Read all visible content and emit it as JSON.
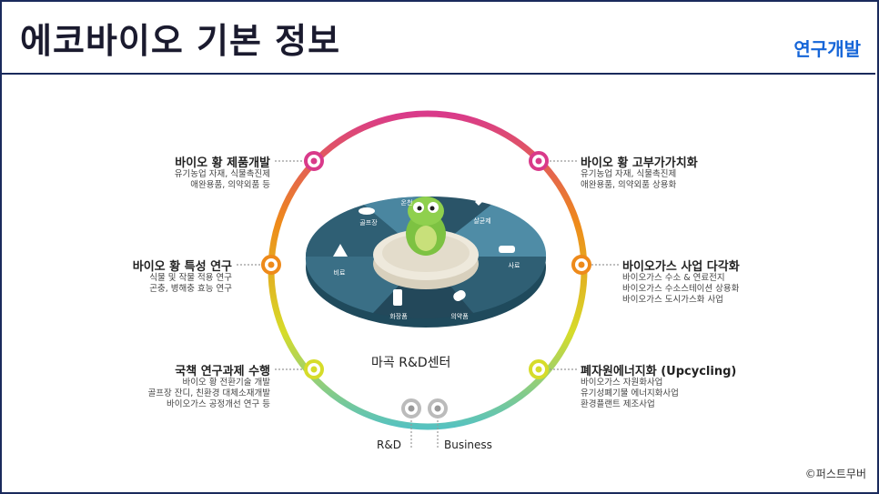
{
  "header": {
    "title": "에코바이오 기본 정보",
    "tag": "연구개발"
  },
  "center": {
    "label": "마곡 R&D센터"
  },
  "bottom": {
    "rd": "R&D",
    "business": "Business"
  },
  "copyright": "©퍼스트무버",
  "left_nodes": [
    {
      "title": "바이오 황 제품개발",
      "lines": [
        "유기농업 자재, 식물촉진제",
        "애완용품, 의약외품 등"
      ]
    },
    {
      "title": "바이오 황 특성 연구",
      "lines": [
        "식물 및 작물 적용 연구",
        "곤충, 병해충 효능 연구"
      ]
    },
    {
      "title": "국책 연구과제 수행",
      "lines": [
        "바이오 황 전환기술 개발",
        "골프장 잔디, 친환경 대체소재개발",
        "바이오가스 공정개선 연구 등"
      ]
    }
  ],
  "right_nodes": [
    {
      "title": "바이오 황 고부가가치화",
      "lines": [
        "유기농업 자재, 식물촉진제",
        "애완용품, 의약외품 상용화"
      ]
    },
    {
      "title": "바이오가스 사업 다각화",
      "lines": [
        "바이오가스 수소 & 연료전지",
        "바이오가스 수소스테이션 상용화",
        "바이오가스 도시가스화 사업"
      ]
    },
    {
      "title": "폐자원에너지화 (Upcycling)",
      "lines": [
        "바이오가스 자원화사업",
        "유기성폐기물 에너지화사업",
        "환경플랜트 제조사업"
      ]
    }
  ],
  "segments": [
    "골프장",
    "온천",
    "살균제",
    "사료",
    "의약품",
    "화장품",
    "비료"
  ]
}
